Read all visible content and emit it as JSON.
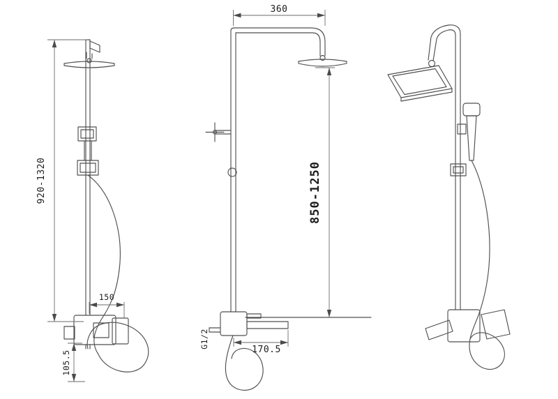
{
  "colors": {
    "background": "#ffffff",
    "line": "#4f4f4f",
    "dim_line": "#6a6a6a",
    "text": "#1c1c1c"
  },
  "views": {
    "side_left": {
      "dims": {
        "overall_height": "920-1320",
        "bracket_offset": "150",
        "spout_drop": "105.5"
      }
    },
    "front": {
      "dims": {
        "arm_reach": "360",
        "riser_height": "850-1250",
        "inlet_thread": "G1/2",
        "spout_reach": "170.5"
      }
    },
    "side_right": {
      "dims": {}
    }
  }
}
